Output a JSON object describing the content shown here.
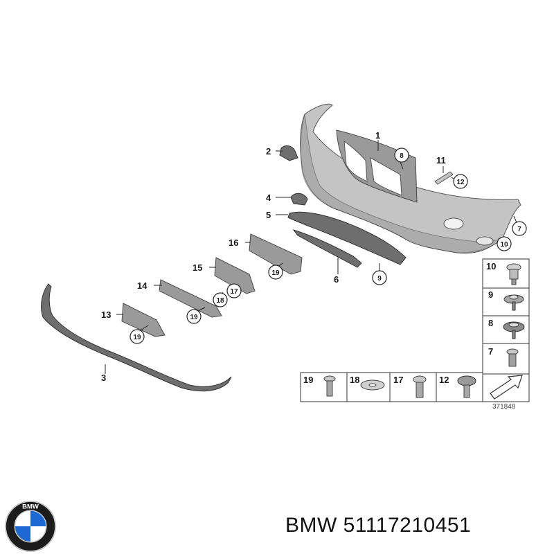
{
  "callouts": [
    {
      "num": "1"
    },
    {
      "num": "2"
    },
    {
      "num": "3"
    },
    {
      "num": "4"
    },
    {
      "num": "5"
    },
    {
      "num": "6"
    },
    {
      "num": "7"
    },
    {
      "num": "8"
    },
    {
      "num": "9"
    },
    {
      "num": "10"
    },
    {
      "num": "11"
    },
    {
      "num": "12"
    },
    {
      "num": "13"
    },
    {
      "num": "14"
    },
    {
      "num": "15"
    },
    {
      "num": "16"
    },
    {
      "num": "17"
    },
    {
      "num": "18"
    },
    {
      "num": "19"
    }
  ],
  "legend": {
    "right_column": [
      "10",
      "9",
      "8",
      "7"
    ],
    "bottom_row": [
      "19",
      "18",
      "17",
      "12"
    ]
  },
  "diagram_id": "371848",
  "caption": {
    "brand": "BMW",
    "part_number": "51117210451"
  },
  "logo": {
    "name": "bmw-roundel",
    "lettering": "BMW",
    "colors": {
      "ring": "#1c1c1c",
      "blue": "#1c69d4",
      "white": "#ffffff",
      "silver": "#c8c8c8"
    }
  }
}
